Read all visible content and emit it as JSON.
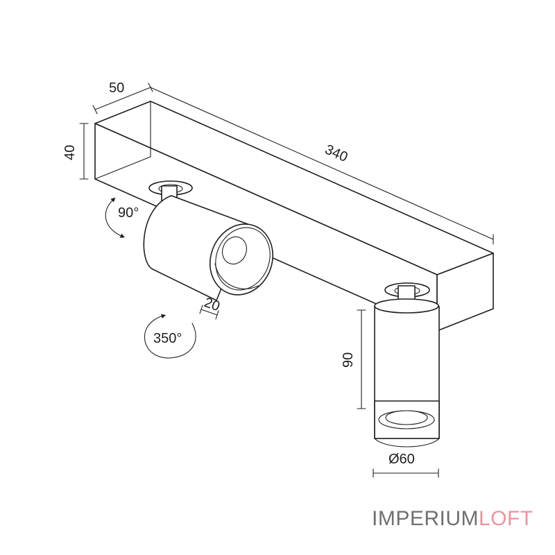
{
  "dimensions": {
    "depth": "50",
    "height": "40",
    "length": "340",
    "tilt_angle": "90°",
    "rotation_angle": "350°",
    "offset": "20",
    "spot_height": "90",
    "diameter": "Ø60"
  },
  "brand": {
    "part1": "IMPERIUM",
    "part2": "LOFT",
    "color_part1": "#6f6f6f",
    "color_part2": "#e6959f"
  }
}
